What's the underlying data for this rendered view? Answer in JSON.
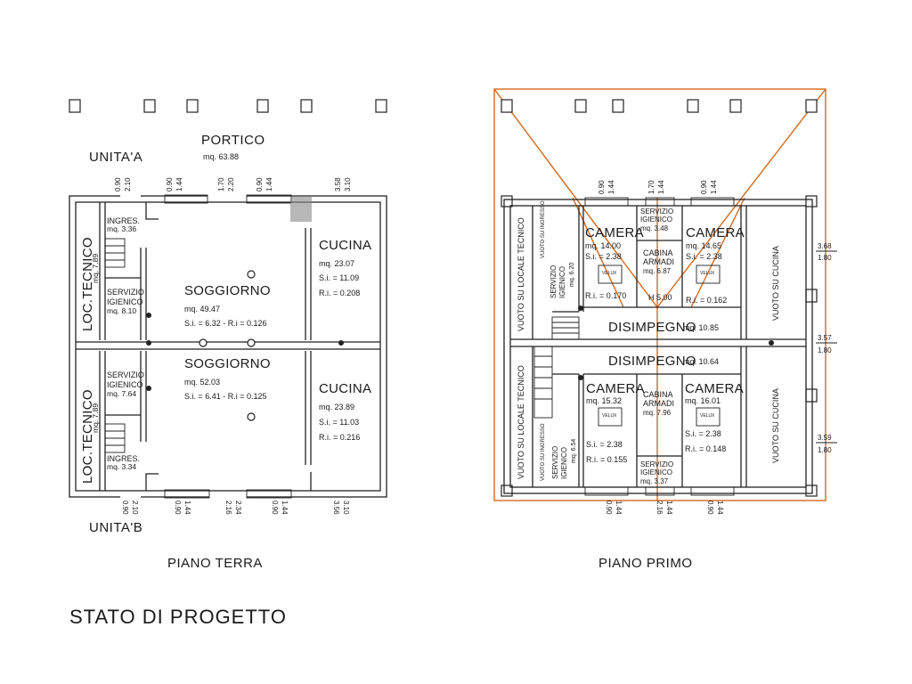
{
  "sheet_title": "STATO DI PROGETTO",
  "ground": {
    "caption": "PIANO TERRA",
    "unit_a": "UNITA'A",
    "unit_b": "UNITA'B",
    "portico": {
      "name": "PORTICO",
      "area": "mq. 63.88"
    },
    "loc_tecnico_top": {
      "name": "LOC.TECNICO",
      "area": "mq. 7.89"
    },
    "loc_tecnico_bottom": {
      "name": "LOC.TECNICO",
      "area": "mq. 7.89"
    },
    "ingres_top": {
      "name": "INGRES.",
      "area": "mq. 3.36"
    },
    "ingres_bottom": {
      "name": "INGRES.",
      "area": "mq. 3.34"
    },
    "servizio_top": {
      "l1": "SERVIZIO",
      "l2": "IGIENICO",
      "area": "mq. 8.10"
    },
    "servizio_bottom": {
      "l1": "SERVIZIO",
      "l2": "IGIENICO",
      "area": "mq. 7.64"
    },
    "soggiorno_top": {
      "name": "SOGGIORNO",
      "area": "mq. 49.47",
      "ratio": "S.i. = 6.32 - R.i = 0.126"
    },
    "soggiorno_bottom": {
      "name": "SOGGIORNO",
      "area": "mq. 52.03",
      "ratio": "S.i. = 6.41 - R.i = 0.125"
    },
    "cucina_top": {
      "name": "CUCINA",
      "area": "mq. 23.07",
      "si": "S.i. = 11.09",
      "ri": "R.i. = 0.208"
    },
    "cucina_bottom": {
      "name": "CUCINA",
      "area": "mq. 23.89",
      "si": "S.i. = 11.03",
      "ri": "R.i. = 0.216"
    },
    "dims_top": [
      {
        "a": "0.90",
        "b": "2.10"
      },
      {
        "a": "0.90",
        "b": "1.44"
      },
      {
        "a": "1.70",
        "b": "2.20"
      },
      {
        "a": "0.90",
        "b": "1.44"
      },
      {
        "a": "3.58",
        "b": "3.10"
      }
    ],
    "dims_bottom": [
      {
        "a": "0.90",
        "b": "2.10"
      },
      {
        "a": "0.90",
        "b": "1.44"
      },
      {
        "a": "2.16",
        "b": "2.34"
      },
      {
        "a": "0.90",
        "b": "1.44"
      },
      {
        "a": "3.56",
        "b": "3.10"
      }
    ]
  },
  "first": {
    "caption": "PIANO PRIMO",
    "vuoto_locale_top": "VUOTO SU LOCALE TECNICO",
    "vuoto_locale_bottom": "VUOTO SU LOCALE TECNICO",
    "vuoto_ingresso_top": "VUOTO SU INGRESSO",
    "vuoto_ingresso_bottom": "VUOTO SU INGRESSO",
    "vuoto_cucina_top": "VUOTO SU CUCINA",
    "vuoto_cucina_bottom": "VUOTO SU CUCINA",
    "servizio_left_top": {
      "l1": "SERVIZIO",
      "l2": "IGIENICO",
      "area": "mq. 6.20"
    },
    "servizio_left_bottom": {
      "l1": "SERVIZIO",
      "l2": "IGIENICO",
      "area": "mq. 6.54"
    },
    "camera_tl": {
      "name": "CAMERA",
      "area": "mq. 14.00",
      "si": "S.i. = 2.38",
      "ri": "R.i. = 0.170"
    },
    "camera_tr": {
      "name": "CAMERA",
      "area": "mq. 14.65",
      "si": "S.i. = 2.38",
      "ri": "R.i. = 0.162"
    },
    "camera_bl": {
      "name": "CAMERA",
      "area": "mq. 15.32",
      "si": "S.i. = 2.38",
      "ri": "R.i. = 0.155"
    },
    "camera_br": {
      "name": "CAMERA",
      "area": "mq. 16.01",
      "si": "S.i. = 2.38",
      "ri": "R.i. = 0.148"
    },
    "velux": "VELUX",
    "servizio_mid_top": {
      "l1": "SERVIZIO",
      "l2": "IGIENICO",
      "area": "mq. 3.48"
    },
    "servizio_mid_bottom": {
      "l1": "SERVIZIO",
      "l2": "IGIENICO",
      "area": "mq. 3.37"
    },
    "cabina_top": {
      "l1": "CABINA",
      "l2": "ARMADI",
      "area": "mq. 6.87"
    },
    "cabina_bottom": {
      "l1": "CABINA",
      "l2": "ARMADI",
      "area": "mq. 7.96"
    },
    "height": "H 5.00",
    "disimpegno_top": {
      "name": "DISIMPEGNO",
      "area": "mq. 10.85"
    },
    "disimpegno_bottom": {
      "name": "DISIMPEGNO",
      "area": "mq. 10.64"
    },
    "dims_top": [
      {
        "a": "0.90",
        "b": "1.44"
      },
      {
        "a": "1.70",
        "b": "1.44"
      },
      {
        "a": "0.90",
        "b": "1.44"
      }
    ],
    "dims_bottom": [
      {
        "a": "0.90",
        "b": "1.44"
      },
      {
        "a": "2.16",
        "b": "1.44"
      },
      {
        "a": "0.90",
        "b": "1.44"
      }
    ],
    "dims_right": [
      {
        "a": "3.68",
        "b": "1.80"
      },
      {
        "a": "3.57",
        "b": "1.80"
      },
      {
        "a": "3.59",
        "b": "1.80"
      }
    ]
  }
}
